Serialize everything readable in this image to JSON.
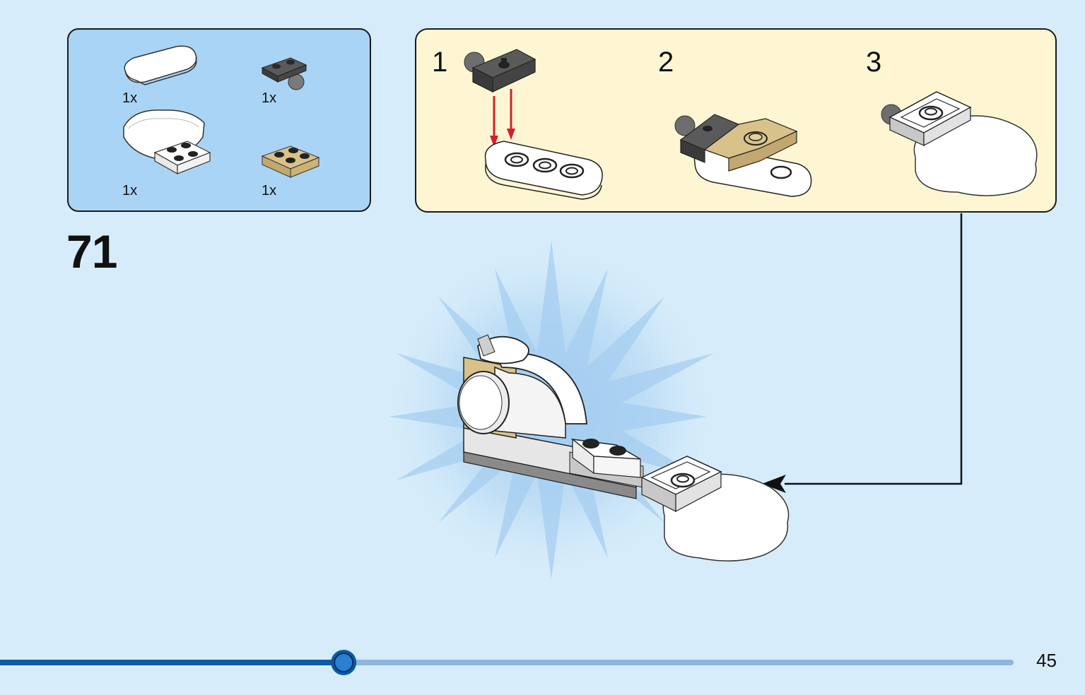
{
  "step": {
    "number": "71"
  },
  "parts": [
    {
      "name": "white-rounded-tile",
      "qty": "1x"
    },
    {
      "name": "dark-gray-plate-with-ball",
      "qty": "1x"
    },
    {
      "name": "white-snow-plate",
      "qty": "1x"
    },
    {
      "name": "tan-plate-2x2",
      "qty": "1x"
    }
  ],
  "substeps": [
    {
      "label": "1"
    },
    {
      "label": "2"
    },
    {
      "label": "3"
    }
  ],
  "progress": {
    "fraction": 0.34
  },
  "page": {
    "number": "45"
  },
  "colors": {
    "background": "#d6ecfa",
    "parts_panel": "#a9d4f5",
    "substep_panel": "#fef6d2",
    "progress_done": "#0a5aa8",
    "progress_remaining": "#8fb4e0",
    "arrow_red": "#d4202a"
  }
}
